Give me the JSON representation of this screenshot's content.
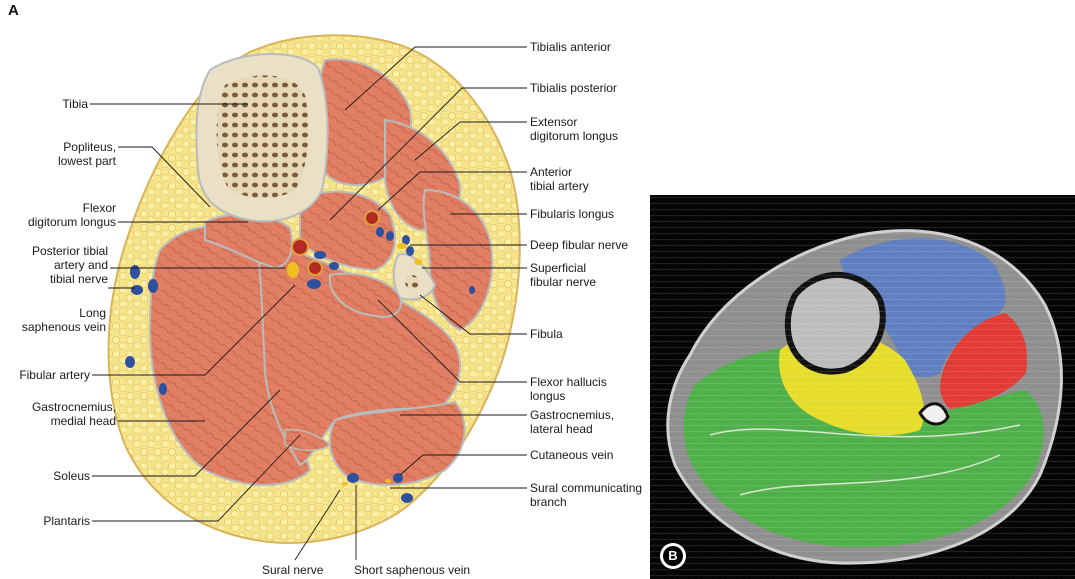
{
  "panel_a": {
    "letter": "A",
    "labels": {
      "tibia": "Tibia",
      "popliteus": "Popliteus,\nlowest part",
      "fdl": "Flexor\ndigitorum longus",
      "post_tibial": "Posterior tibial\nartery and\ntibial nerve",
      "long_saph": "Long\nsaphenous vein",
      "fibular_artery": "Fibular artery",
      "gastroc_medial": "Gastrocnemius,\nmedial head",
      "soleus": "Soleus",
      "plantaris": "Plantaris",
      "sural_nerve": "Sural nerve",
      "short_saph": "Short saphenous vein",
      "tib_anterior": "Tibialis anterior",
      "tib_posterior": "Tibialis posterior",
      "edl": "Extensor\ndigitorum longus",
      "ant_tibial": "Anterior\ntibial artery",
      "fib_longus": "Fibularis longus",
      "deep_fibular": "Deep fibular nerve",
      "superficial_fibular": "Superficial\nfibular nerve",
      "fibula": "Fibula",
      "fhl": "Flexor hallucis\nlongus",
      "gastroc_lateral": "Gastrocnemius,\nlateral head",
      "cutaneous_vein": "Cutaneous vein",
      "sural_comm": "Sural communicating\nbranch"
    }
  },
  "panel_b": {
    "letter": "B"
  },
  "colors": {
    "fat": "#f5e27e",
    "fat_border": "#e8c96a",
    "muscle": "#e07f63",
    "bone": "#eae0c6",
    "vein": "#2f4f9f",
    "artery": "#b12b22",
    "nerve": "#f0c020",
    "mri_blue": "#5f7fc0",
    "mri_red": "#e23b35",
    "mri_green": "#4fb04a",
    "mri_yellow": "#e5dd2a"
  }
}
